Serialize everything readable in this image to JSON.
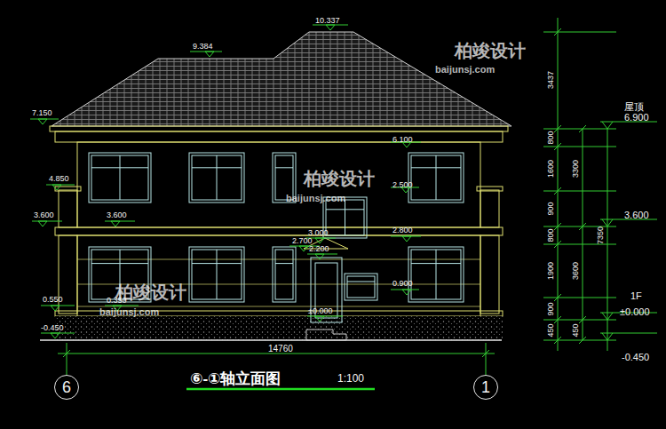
{
  "diagram": {
    "title": "⑥-①轴立面图",
    "nodes": [
      {
        "text": [
          "6"
        ]
      },
      {
        "text": [
          "1"
        ]
      }
    ],
    "labels": [
      "10.337",
      "9.384",
      "7.150",
      "6.100",
      "4.850",
      "3.600",
      "3.600",
      "2.500",
      "3.000",
      "2.700",
      "2.800",
      "2.200",
      "0.900",
      "0.550",
      "0.350",
      "±0.000",
      "-0.450",
      "3437",
      "800",
      "1600",
      "900",
      "800",
      "1900",
      "900",
      "450",
      "3300",
      "3600",
      "450",
      "7350",
      "屋顶",
      "6.900",
      "3.600",
      "1F",
      "±0.000",
      "-0.450",
      "14760",
      "1:100",
      "柏竣设计",
      "baijunsj.com",
      "柏竣设计",
      "baijunsj.com",
      "柏竣设计",
      "baijunsj.com"
    ]
  }
}
